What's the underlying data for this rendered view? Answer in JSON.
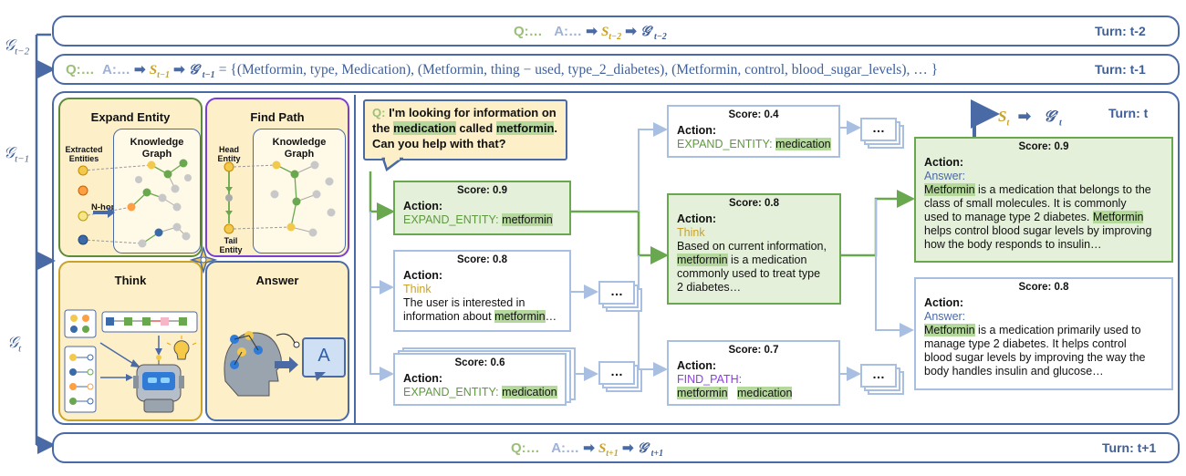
{
  "turns": {
    "t_minus_2": {
      "label": "Turn: t-2",
      "q": "Q:…",
      "a": "A:…",
      "s": "S",
      "s_sub": "t−2",
      "g": "𝒢′",
      "g_sub": "t−2"
    },
    "t_minus_1": {
      "label": "Turn: t-1",
      "q": "Q:…",
      "a": "A:…",
      "s": "S",
      "s_sub": "t−1",
      "g": "𝒢′",
      "g_sub": "t−1",
      "triples": "= {(Metformin, type, Medication), (Metformin, thing − used, type_2_diabetes), (Metformin, control, blood_sugar_levels), … }"
    },
    "t": {
      "label": "Turn:  t",
      "s": "S",
      "s_sub": "t",
      "g": "𝒢′",
      "g_sub": "t"
    },
    "t_plus_1": {
      "label": "Turn: t+1",
      "q": "Q:…",
      "a": "A:…",
      "s": "S",
      "s_sub": "t+1",
      "g": "𝒢′",
      "g_sub": "t+1"
    }
  },
  "graph_labels": {
    "g_t2": {
      "g": "𝒢",
      "sub": "t−2"
    },
    "g_t1": {
      "g": "𝒢",
      "sub": "t−1"
    },
    "g_t": {
      "g": "𝒢",
      "sub": "t"
    }
  },
  "actions_panel": {
    "expand_entity": {
      "title": "Expand Entity",
      "extracted": "Extracted",
      "entities": "Entities",
      "nhop": "N-hop",
      "kg1": "Knowledge",
      "kg2": "Graph"
    },
    "find_path": {
      "title": "Find Path",
      "head1": "Head",
      "head2": "Entity",
      "tail1": "Tail",
      "tail2": "Entity",
      "kg1": "Knowledge",
      "kg2": "Graph"
    },
    "think": {
      "title": "Think"
    },
    "answer": {
      "title": "Answer",
      "icon_letter": "A"
    }
  },
  "question": {
    "prefix": "Q:",
    "part1": " I'm looking for information on",
    "part2": "the ",
    "hl1": "medication",
    "part3": " called ",
    "hl2": "metformin",
    "part4": ".",
    "part5": "Can you help with that?"
  },
  "nodes": {
    "n1": {
      "score": "Score: 0.9",
      "action": "Action:",
      "type": "EXPAND_ENTITY:",
      "entity": "metformin"
    },
    "n2": {
      "score": "Score: 0.8",
      "action": "Action:",
      "type": "Think",
      "text1": "The user is interested in",
      "text2": "information about ",
      "entity": "metformin",
      "tail": "…"
    },
    "n3": {
      "score": "Score: 0.6",
      "action": "Action:",
      "type": "EXPAND_ENTITY:",
      "entity": "medication"
    },
    "n4": {
      "score": "Score: 0.4",
      "action": "Action:",
      "type": "EXPAND_ENTITY:",
      "entity": "medication"
    },
    "n5": {
      "score": "Score: 0.8",
      "action": "Action:",
      "type": "Think",
      "text1": "Based on current information,",
      "entity": "metformin",
      "text2": " is a medication",
      "text3": "commonly used to treat type",
      "text4": "2 diabetes…"
    },
    "n6": {
      "score": "Score: 0.7",
      "action": "Action:",
      "type": "FIND_PATH:",
      "e1": "metformin",
      "e2": "medication"
    },
    "n7": {
      "score": "Score: 0.9",
      "action": "Action:",
      "type": "Answer:",
      "e1": "Metformin",
      "t1": " is a medication that belongs to the",
      "t2": "class of small molecules. It is commonly",
      "t3": "used to manage type 2 diabetes. ",
      "e2": "Metformin",
      "t4": "helps control blood sugar levels by improving",
      "t5": "how the body responds to insulin…"
    },
    "n8": {
      "score": "Score: 0.8",
      "action": "Action:",
      "type": "Answer:",
      "e1": "Metformin",
      "t1": " is a medication primarily used to",
      "t2": "manage type 2 diabetes. It helps control",
      "t3": "blood sugar levels by improving the way the",
      "t4": "body handles insulin and glucose…"
    }
  },
  "dots": "…",
  "colors": {
    "frame": "#4a6aa5",
    "green": "#6aa84f",
    "node_border": "#a9bfe2",
    "yellow": "#c9a227",
    "purple": "#7b3fd0",
    "panel_yellow": "#fdf0c9"
  }
}
